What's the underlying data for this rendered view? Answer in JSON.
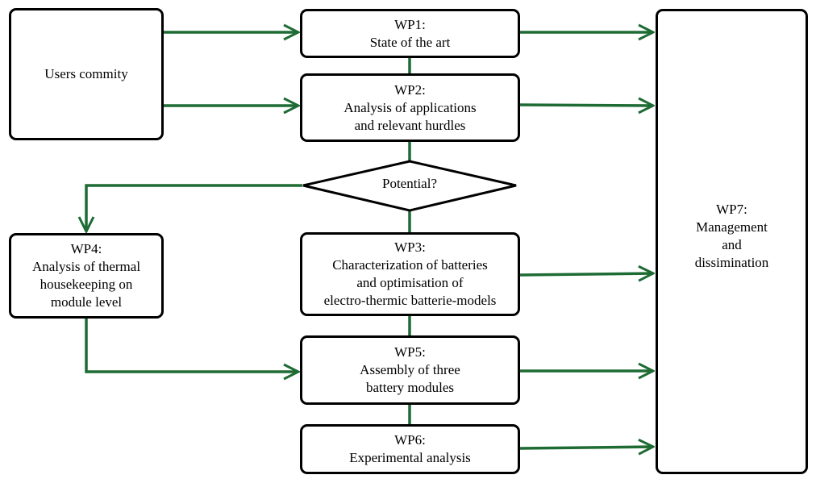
{
  "colors": {
    "arrow": "#1e6b34",
    "border": "#000000",
    "background": "#ffffff"
  },
  "nodes": {
    "users": {
      "lines": [
        "Users commity"
      ]
    },
    "wp1": {
      "lines": [
        "WP1:",
        "State of the art"
      ]
    },
    "wp2": {
      "lines": [
        "WP2:",
        "Analysis of applications",
        "and relevant hurdles"
      ]
    },
    "decision": {
      "label": "Potential?"
    },
    "wp3": {
      "lines": [
        "WP3:",
        "Characterization of batteries",
        "and optimisation of",
        "electro-thermic batterie-models"
      ]
    },
    "wp4": {
      "lines": [
        "WP4:",
        "Analysis of thermal",
        "housekeeping on",
        "module level"
      ]
    },
    "wp5": {
      "lines": [
        "WP5:",
        "Assembly of three",
        "battery modules"
      ]
    },
    "wp6": {
      "lines": [
        "WP6:",
        "Experimental analysis"
      ]
    },
    "wp7": {
      "lines": [
        "WP7:",
        "Management",
        "and",
        "dissimination"
      ]
    }
  }
}
